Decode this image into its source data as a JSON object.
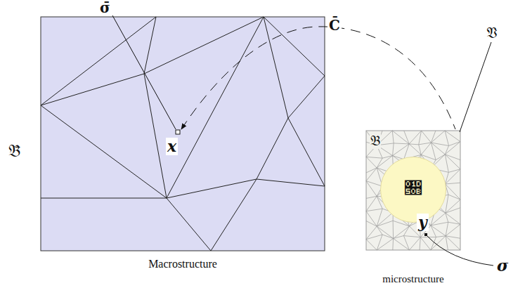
{
  "diagram": {
    "nodes": [
      {
        "text": [
          "𝔅̄",
          "Macrostructure"
        ]
      },
      {
        "text": [
          "𝔅",
          "microstructure"
        ]
      },
      {
        "text": [
          "𝔋"
        ],
        "in": 1
      }
    ],
    "labels": [
      "σ̄",
      "x",
      "C̄",
      "𝔙",
      "y",
      "σ"
    ]
  }
}
